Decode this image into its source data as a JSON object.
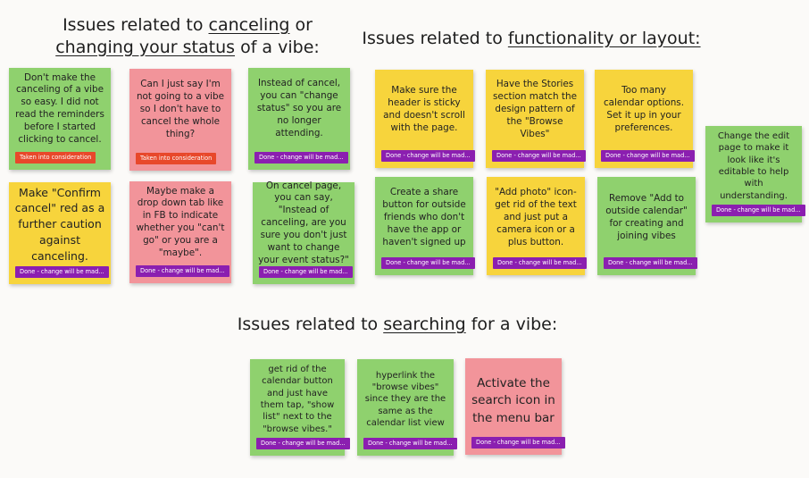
{
  "headings": {
    "cancel": {
      "pre": "Issues related to ",
      "u1": "canceling",
      "mid": " or",
      "u2": "changing your status",
      "post": " of a vibe:"
    },
    "function": {
      "pre": "Issues related to ",
      "u1": "functionality or layout:"
    },
    "search": {
      "pre": "Issues related to ",
      "u1": "searching",
      "post": " for a vibe:"
    }
  },
  "colors": {
    "green": "#8fd16e",
    "pink": "#f2949a",
    "yellow": "#f7d43c",
    "tag_done": "#8b1fb0",
    "tag_taken": "#e8482b"
  },
  "tags": {
    "done": "Done - change will be mad...",
    "taken": "Taken into consideration"
  },
  "notes": [
    {
      "text": "Don't make the canceling of a vibe so easy. I did not read the reminders before I started clicking to cancel."
    },
    {
      "text": "Can I just say I'm not going to a vibe so I don't have to cancel the whole thing?"
    },
    {
      "text": "Instead of cancel, you can \"change status\" so you are no longer attending."
    },
    {
      "text": "Make \"Confirm cancel\" red as a further caution against canceling."
    },
    {
      "text": "Maybe make a drop down tab like in FB to indicate whether you \"can't go\" or you are a \"maybe\"."
    },
    {
      "text": "On cancel page, you can say, \"Instead of canceling, are you sure you don't just want to change your event status?\""
    },
    {
      "text": "Make sure the header is sticky and doesn't scroll with the  page."
    },
    {
      "text": "Have the Stories section match the design pattern of the \"Browse Vibes\""
    },
    {
      "text": "Too many calendar options. Set it up in your preferences."
    },
    {
      "text": "Change the edit page to make it look like it's editable to help with understanding."
    },
    {
      "text": "Create a share button for outside friends who don't have the app or haven't signed up"
    },
    {
      "text": "\"Add photo\" icon- get rid of the text and just put a camera icon or a plus button."
    },
    {
      "text": "Remove \"Add to outside calendar\" for creating and joining vibes"
    },
    {
      "text": "get rid of the calendar button and just have them tap, \"show list\" next to the \"browse vibes.\""
    },
    {
      "text": "hyperlink the \"browse vibes\" since they are the same as the calendar list view"
    },
    {
      "text": "Activate the search icon in the menu bar"
    }
  ]
}
